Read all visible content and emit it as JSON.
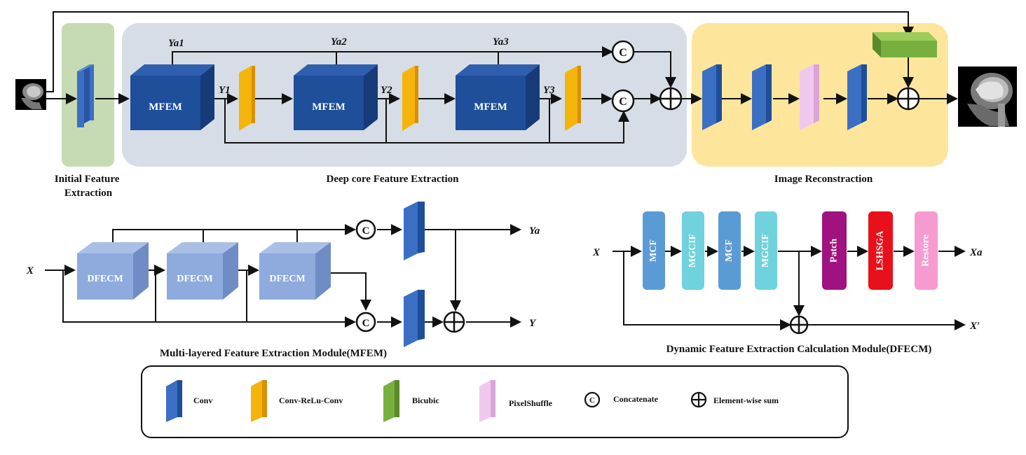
{
  "sections": {
    "initial": "Initial Feature\nExtraction",
    "deep": "Deep core Feature Extraction",
    "recon": "Image Reconstraction"
  },
  "modules": {
    "mfem": "MFEM",
    "dfecm": "DFECM"
  },
  "vars": {
    "ya1": "Ya1",
    "ya2": "Ya2",
    "ya3": "Ya3",
    "y1": "Y1",
    "y2": "Y2",
    "y3": "Y3",
    "x": "X",
    "ya": "Ya",
    "y": "Y",
    "xa": "Xa",
    "xprime": "X′"
  },
  "dfecm_blocks": [
    "MCF",
    "MGCIF",
    "MCF",
    "MGCIF",
    "Patch",
    "LSHSGA",
    "Restore"
  ],
  "symbols": {
    "concat": "C"
  },
  "captions": {
    "mfem": "Multi-layered Feature Extraction Module(MFEM)",
    "dfecm": "Dynamic Feature Extraction Calculation Module(DFECM)"
  },
  "legend": [
    {
      "label": "Conv",
      "color": "#3b6fc4"
    },
    {
      "label": "Conv-ReLu-Conv",
      "color": "#f5b40a"
    },
    {
      "label": "Bicubic",
      "color": "#78b040"
    },
    {
      "label": "PixelShuffle",
      "color": "#f0c8ee"
    },
    {
      "label": "Concatenate",
      "icon": "concatenate-icon"
    },
    {
      "label": "Element-wise sum",
      "icon": "element-wise-sum-icon"
    }
  ],
  "colors": {
    "initial_bg": "#c6dbb4",
    "deep_bg": "#d6dde6",
    "recon_bg": "#fde59c",
    "mfem_block": "#1f4e9a",
    "dfecm_block": "#8fabdd",
    "mcf": "#5b9bd5",
    "mgcif": "#6fd2dc",
    "patch": "#a0127f",
    "lshsga": "#e8101a",
    "restore": "#f59bd0"
  }
}
